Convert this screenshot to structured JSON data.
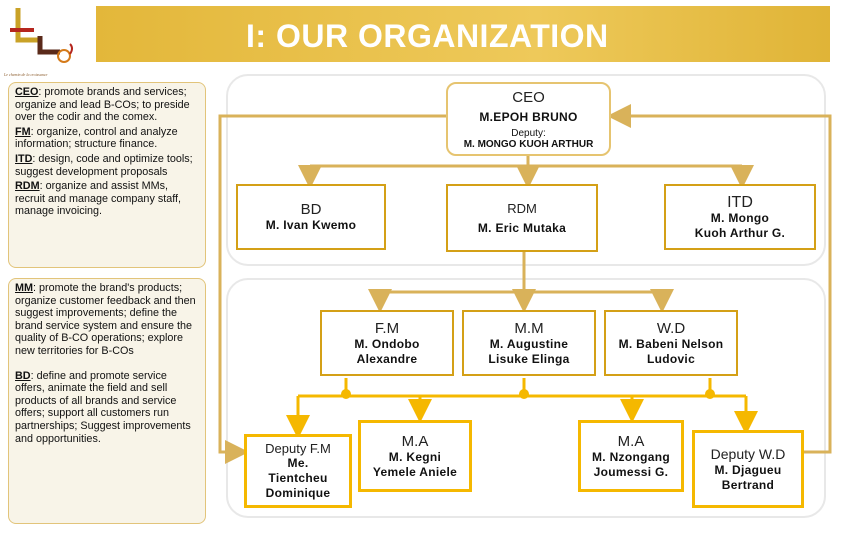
{
  "logo": {
    "tagline": "Le chemin de la croissance"
  },
  "header": {
    "title": "I: OUR ORGANIZATION"
  },
  "descriptions": {
    "ceo": {
      "abbr": "CEO",
      "text": ": promote brands and services; organize and lead B-COs; to preside over the codir and the comex."
    },
    "fm": {
      "abbr": "FM",
      "text": ": organize, control and analyze information; structure finance."
    },
    "itd": {
      "abbr": "ITD",
      "text": ": design, code and optimize tools; suggest development proposals"
    },
    "rdm": {
      "abbr": "RDM",
      "text": ": organize and assist MMs, recruit and manage company staff, manage invoicing."
    },
    "mm": {
      "abbr": "MM",
      "text": ": promote the brand's products; organize customer feedback and then suggest improvements; define the brand service system and ensure the quality of B-CO operations; explore new territories for B-COs"
    },
    "bd": {
      "abbr": "BD",
      "text": ": define and promote service offers, animate the field and sell products of all brands and service offers; support all customers run partnerships; Suggest improvements and opportunities."
    }
  },
  "org": {
    "ceo": {
      "role": "CEO",
      "name": "M.EPOH BRUNO",
      "deputy_label": "Deputy:",
      "deputy_name": "M. MONGO KUOH ARTHUR"
    },
    "bd": {
      "role": "BD",
      "name": "M. Ivan Kwemo"
    },
    "rdm": {
      "role": "RDM",
      "name": "M. Eric Mutaka"
    },
    "itd": {
      "role": "ITD",
      "name_line1": "M. Mongo",
      "name_line2": "Kuoh Arthur G."
    },
    "fm": {
      "role": "F.M",
      "name_line1": "M. Ondobo",
      "name_line2": "Alexandre"
    },
    "mm": {
      "role": "M.M",
      "name_line1": "M. Augustine",
      "name_line2": "Lisuke Elinga"
    },
    "wd": {
      "role": "W.D",
      "name_line1": "M. Babeni Nelson",
      "name_line2": "Ludovic"
    },
    "deputy_fm": {
      "role": "Deputy F.M",
      "name_line1": "Me.",
      "name_line2": "Tientcheu",
      "name_line3": "Dominique"
    },
    "ma1": {
      "role": "M.A",
      "name_line1": "M. Kegni",
      "name_line2": "Yemele Aniele"
    },
    "ma2": {
      "role": "M.A",
      "name_line1": "M. Nzongang",
      "name_line2": "Joumessi G."
    },
    "deputy_wd": {
      "role": "Deputy W.D",
      "name_line1": "M. Djagueu",
      "name_line2": "Bertrand"
    }
  },
  "colors": {
    "accent": "#d4a017",
    "line": "#d9b25a",
    "connector": "#f5b800",
    "info_bg": "#f8f4e8"
  }
}
